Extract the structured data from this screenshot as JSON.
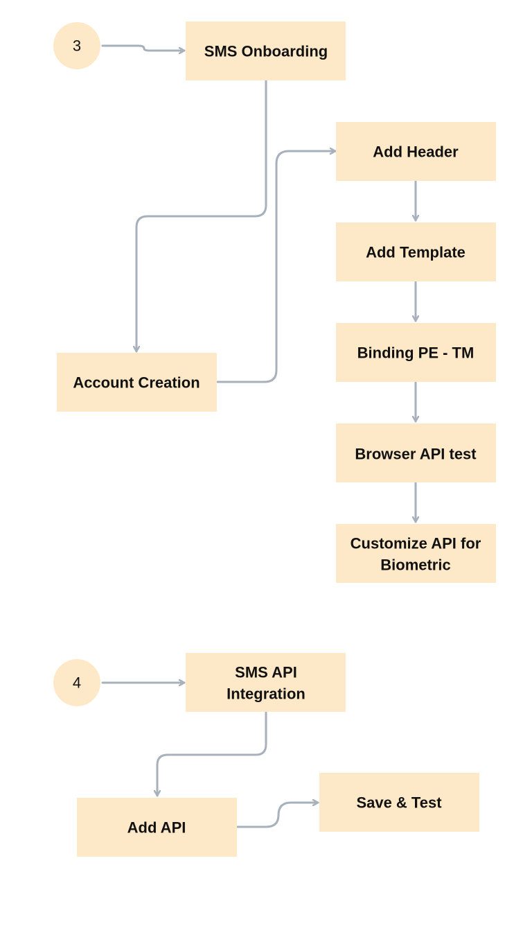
{
  "colors": {
    "node_fill": "#fde9c8",
    "connector": "#a7b0bb",
    "text": "#111111"
  },
  "flow3": {
    "step_number": "3",
    "onboarding": "SMS Onboarding",
    "account_creation": "Account Creation",
    "add_header": "Add Header",
    "add_template": "Add Template",
    "binding": "Binding PE - TM",
    "browser_test": "Browser API test",
    "customize_line1": "Customize API for",
    "customize_line2": "Biometric"
  },
  "flow4": {
    "step_number": "4",
    "integration_line1": "SMS API",
    "integration_line2": "Integration",
    "add_api": "Add API",
    "save_test": "Save & Test"
  }
}
